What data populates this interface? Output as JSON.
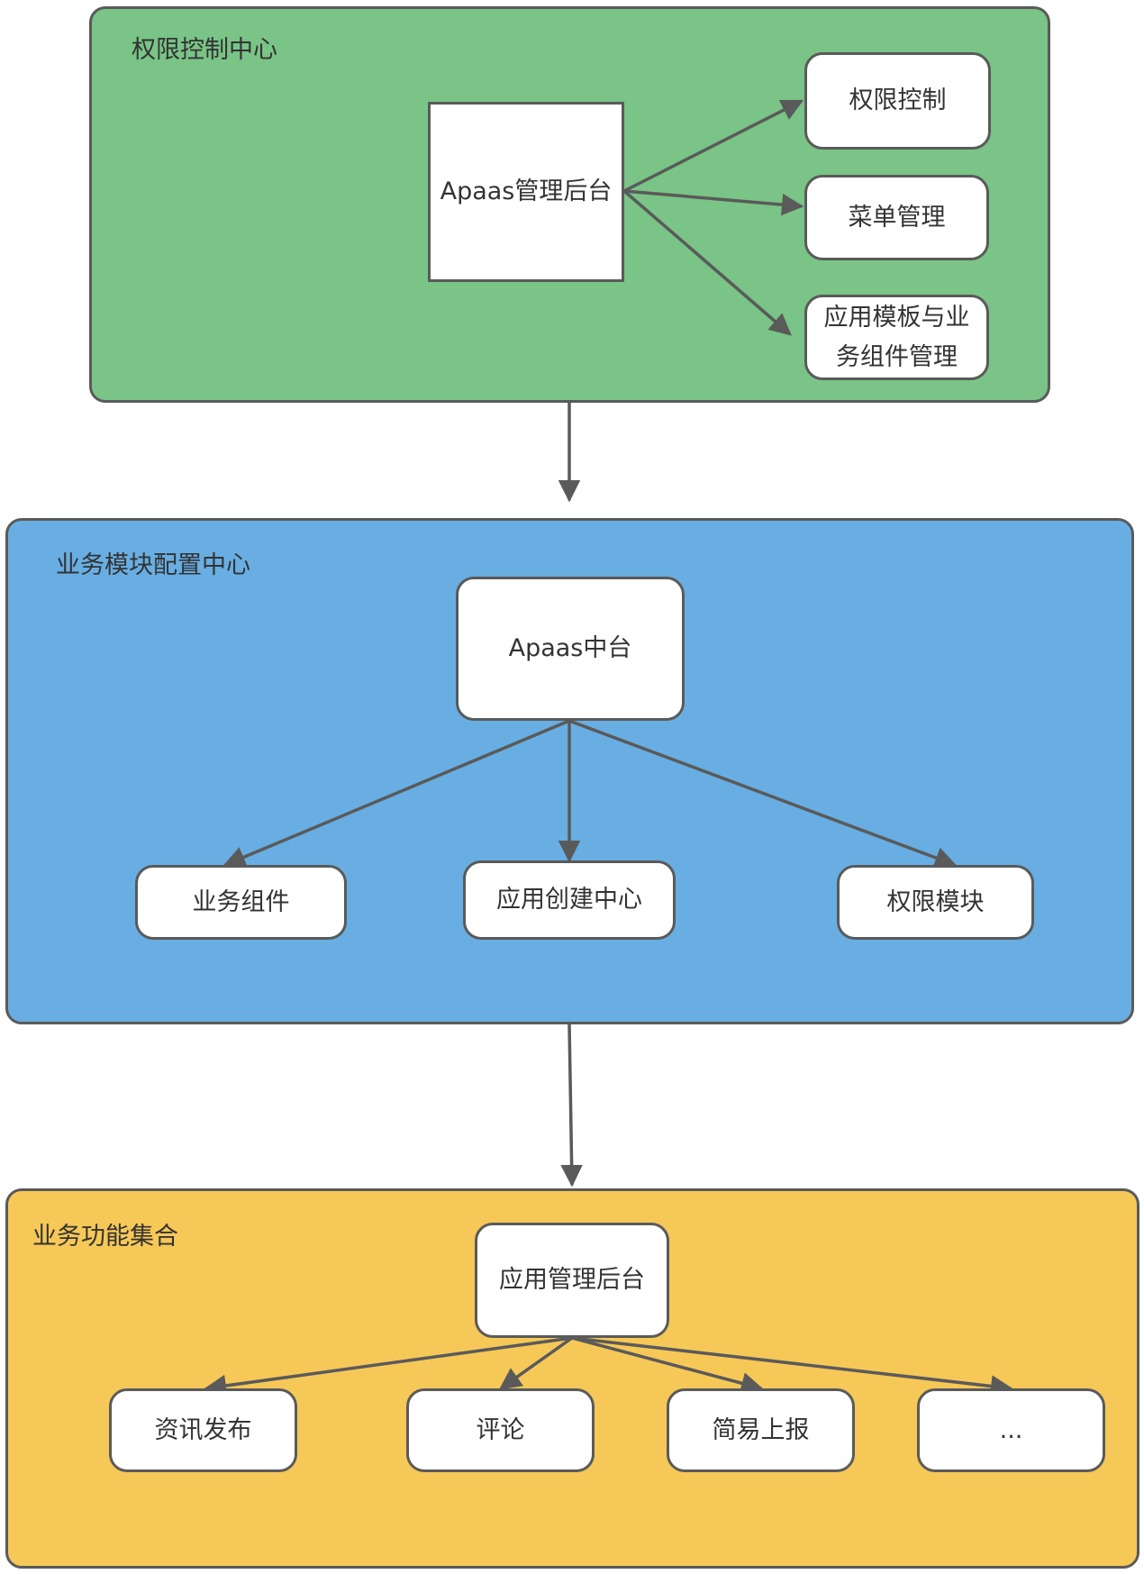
{
  "colors": {
    "permission_region": "#79c486",
    "business_region": "#68aee3",
    "function_region": "#f6c857",
    "stroke": "#5a5a5a"
  },
  "permission_center": {
    "title": "权限控制中心",
    "admin_console": "Apaas管理后台",
    "permission_control": "权限控制",
    "menu_management": "菜单管理",
    "template_management": "应用模板与业务组件管理"
  },
  "business_config_center": {
    "title": "业务模块配置中心",
    "middle_platform": "Apaas中台",
    "business_components": "业务组件",
    "app_creation_center": "应用创建中心",
    "permission_module": "权限模块"
  },
  "business_functions": {
    "title": "业务功能集合",
    "app_admin_console": "应用管理后台",
    "news_publish": "资讯发布",
    "comments": "评论",
    "simple_report": "简易上报",
    "more": "..."
  }
}
